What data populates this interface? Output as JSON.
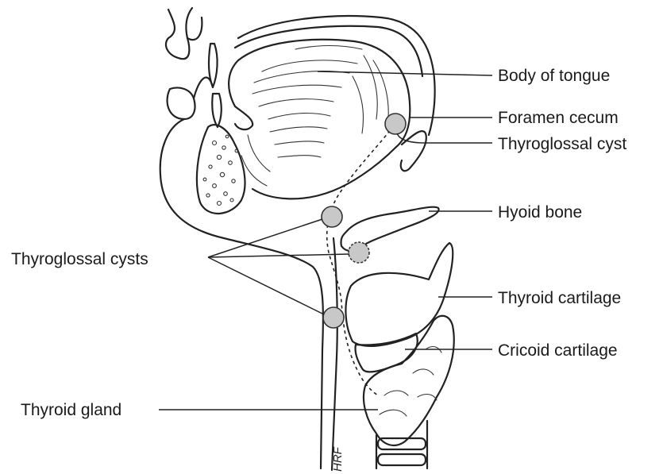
{
  "labels": {
    "body_of_tongue": "Body of tongue",
    "foramen_cecum": "Foramen cecum",
    "thyroglossal_cyst": "Thyroglossal cyst",
    "hyoid_bone": "Hyoid bone",
    "thyroglossal_cysts": "Thyroglossal cysts",
    "thyroid_cartilage": "Thyroid cartilage",
    "cricoid_cartilage": "Cricoid cartilage",
    "thyroid_gland": "Thyroid gland"
  },
  "signature": "HRF",
  "colors": {
    "line": "#222222",
    "cyst_fill": "#c8c8c8",
    "background": "#ffffff"
  }
}
